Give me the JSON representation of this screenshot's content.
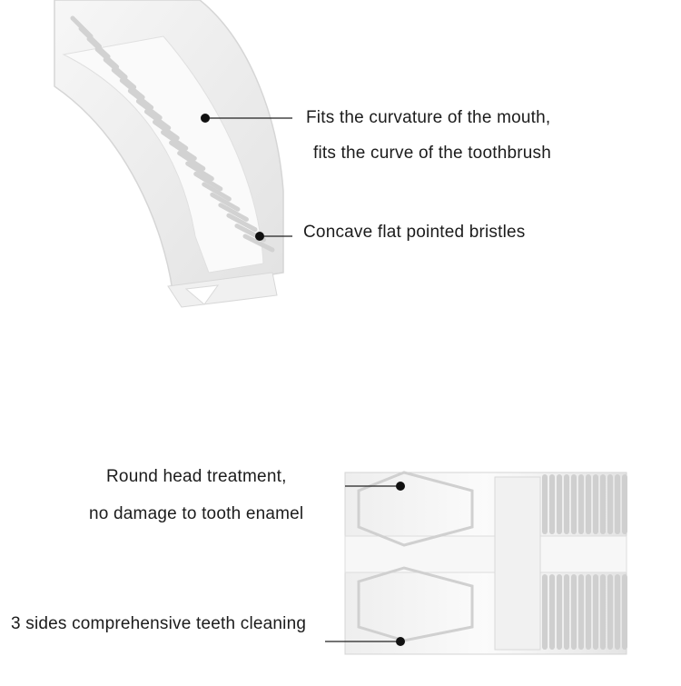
{
  "callouts": {
    "mouth_curve_line1": "Fits the curvature of the mouth,",
    "mouth_curve_line2": "fits the curve of the toothbrush",
    "bristles": "Concave flat pointed bristles",
    "round_head_line1": "Round head treatment,",
    "round_head_line2": "no damage to tooth enamel",
    "three_sides": "3 sides comprehensive teeth cleaning"
  },
  "colors": {
    "background": "#ffffff",
    "silicone": "#f3f3f3",
    "silicone_shadow": "#dcdcdc",
    "bristle": "#e9e9e9",
    "leader_line": "#222222",
    "dot": "#111111"
  }
}
